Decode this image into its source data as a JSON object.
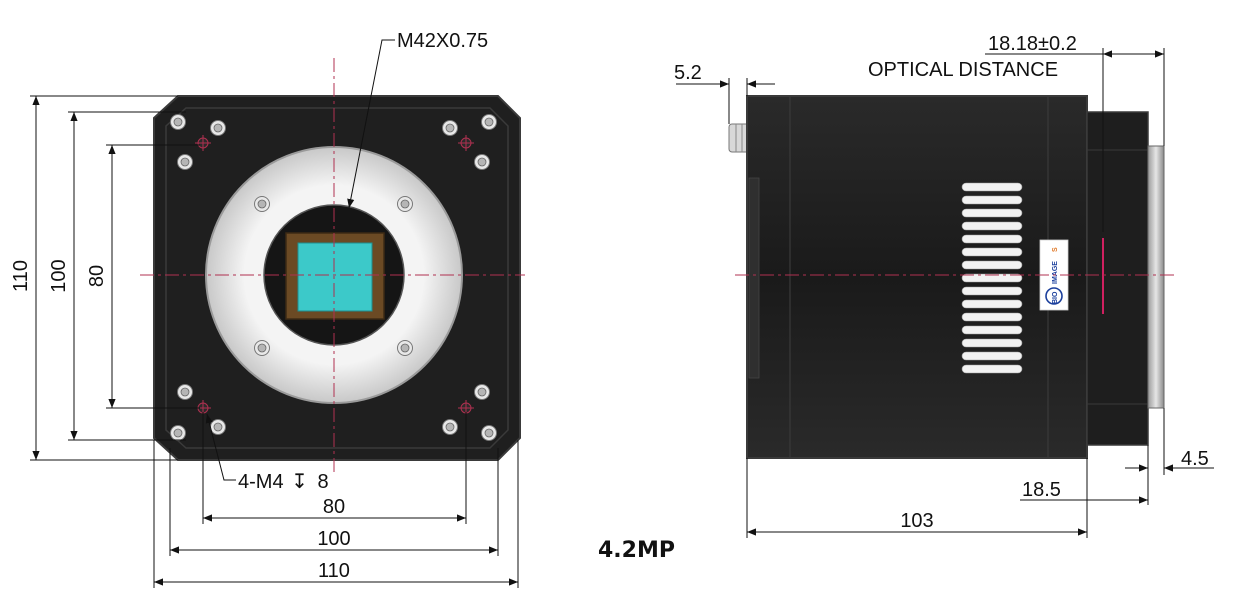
{
  "front_view": {
    "thread_label": "M42X0.75",
    "mount_holes_label": "4-M4",
    "depth_symbol": "↧",
    "depth_value": "8",
    "height_dims": [
      "110",
      "100",
      "80"
    ],
    "width_dims": [
      "80",
      "100",
      "110"
    ]
  },
  "side_view": {
    "optical_distance_value": "18.18±0.2",
    "optical_distance_label": "OPTICAL DISTANCE",
    "connector_dim": "5.2",
    "body_length_dim": "103",
    "mount_depth_dim": "18.5",
    "flange_dim": "4.5",
    "logo_text_1": "BIO",
    "logo_text_2": "IMAGE",
    "logo_suffix": "S"
  },
  "model_label": "4.2MP",
  "colors": {
    "body": "#1f1f1f",
    "body_edge": "#3a3a3a",
    "sensor": "#3cc9c9",
    "sensor_frame": "#6b4a24",
    "mount_ring": "#e9e9e9",
    "centerline": "#b03050",
    "logo_blue": "#1b3f9c"
  }
}
